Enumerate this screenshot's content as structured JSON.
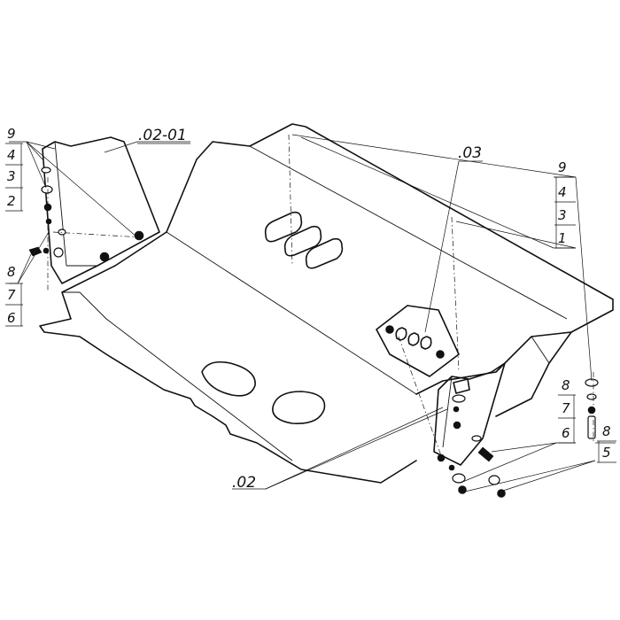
{
  "parts": {
    "main_plate": ".02",
    "left_bracket": ".02-01",
    "center_plate": ".03"
  },
  "callouts": {
    "left_top": [
      "9",
      "4",
      "3",
      "2"
    ],
    "left_mid": [
      "8",
      "7",
      "6"
    ],
    "right_top": [
      "9",
      "4",
      "3",
      "1"
    ],
    "right_mid": [
      "8",
      "7",
      "6"
    ],
    "right_bottom": [
      "8",
      "5"
    ]
  }
}
